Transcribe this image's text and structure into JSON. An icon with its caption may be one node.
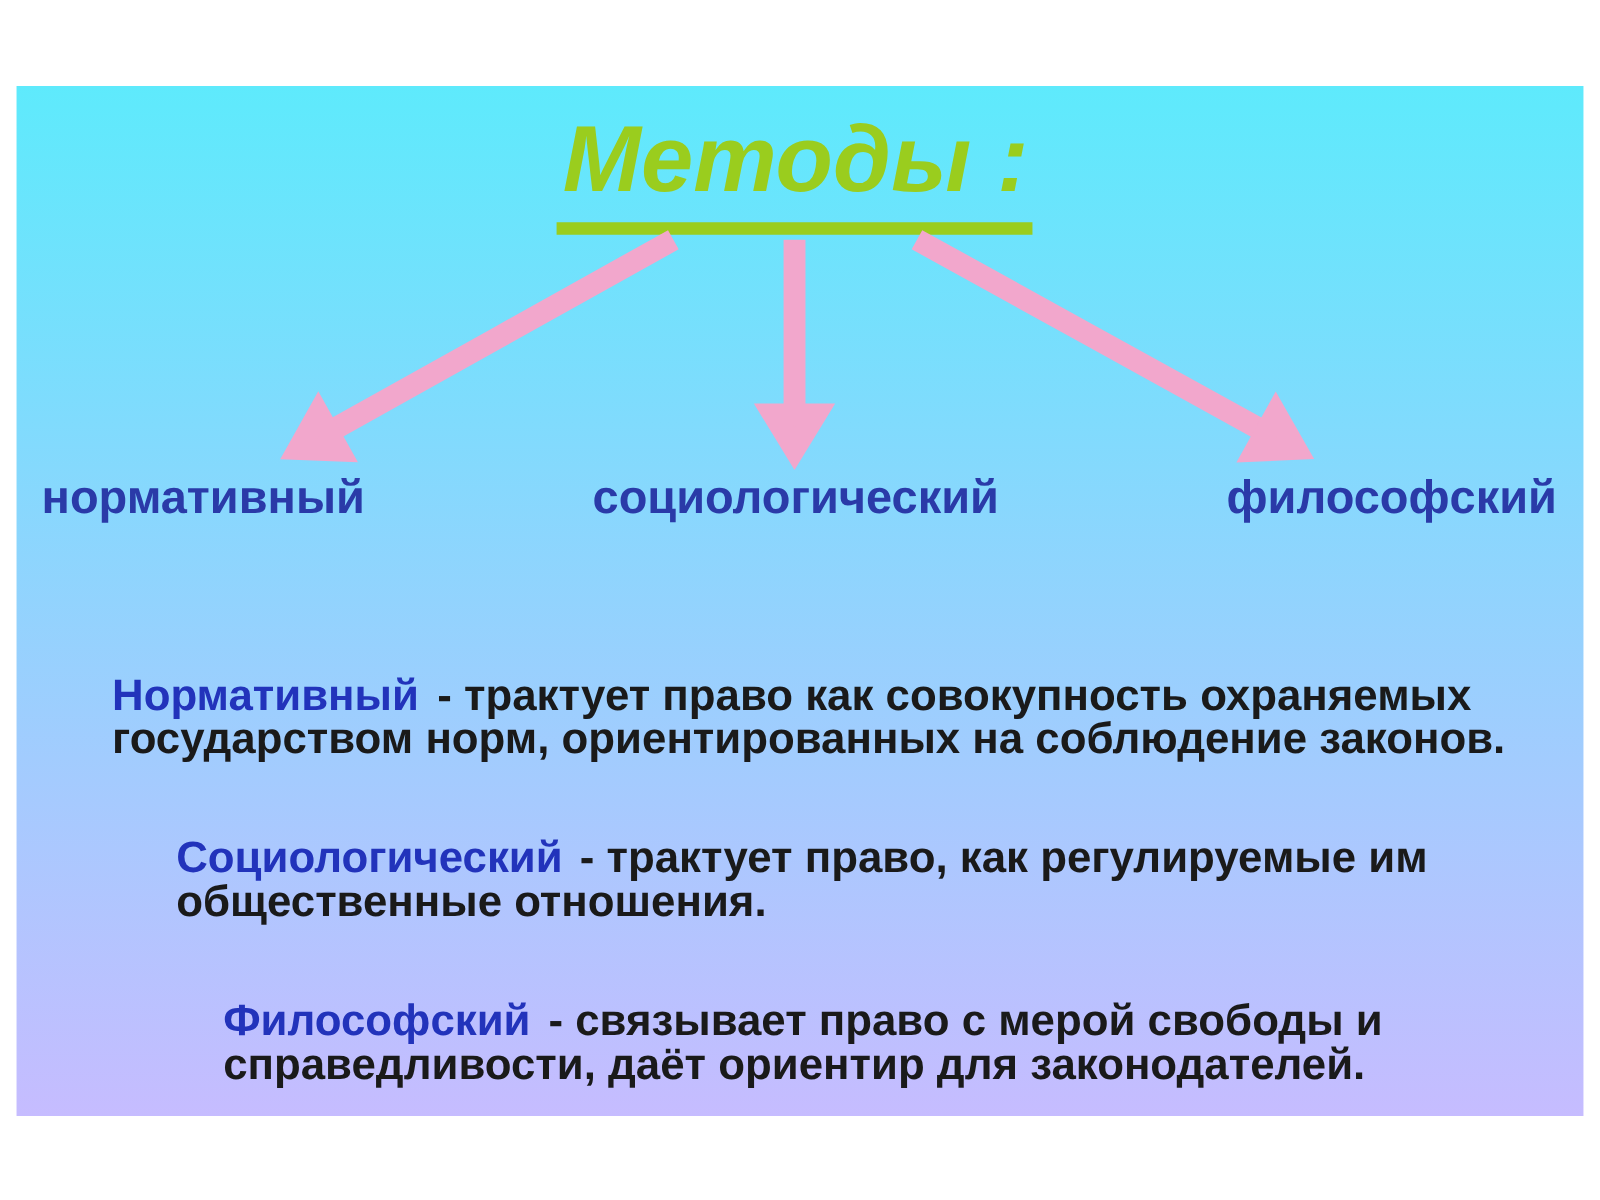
{
  "diagram": {
    "nodes": [
      {
        "text": [
          "Методы :"
        ]
      },
      {
        "text": [
          "нормативный"
        ]
      },
      {
        "text": [
          "социологический"
        ]
      },
      {
        "text": [
          "философский"
        ]
      }
    ],
    "edges": [
      {
        "from": 0,
        "to": 1,
        "arrow": "to"
      },
      {
        "from": 0,
        "to": 2,
        "arrow": "to"
      },
      {
        "from": 0,
        "to": 3,
        "arrow": "to"
      }
    ],
    "labels": [
      "**Нормативный** - трактует право как совокупность охраняемых государством норм, ориентированных на соблюдение законов.",
      "**Социологический** - трактует право, как регулируемые им общественные отношения.",
      "**Философский** - связывает право с мерой свободы и справедливости, даёт ориентир для законодателей."
    ]
  }
}
